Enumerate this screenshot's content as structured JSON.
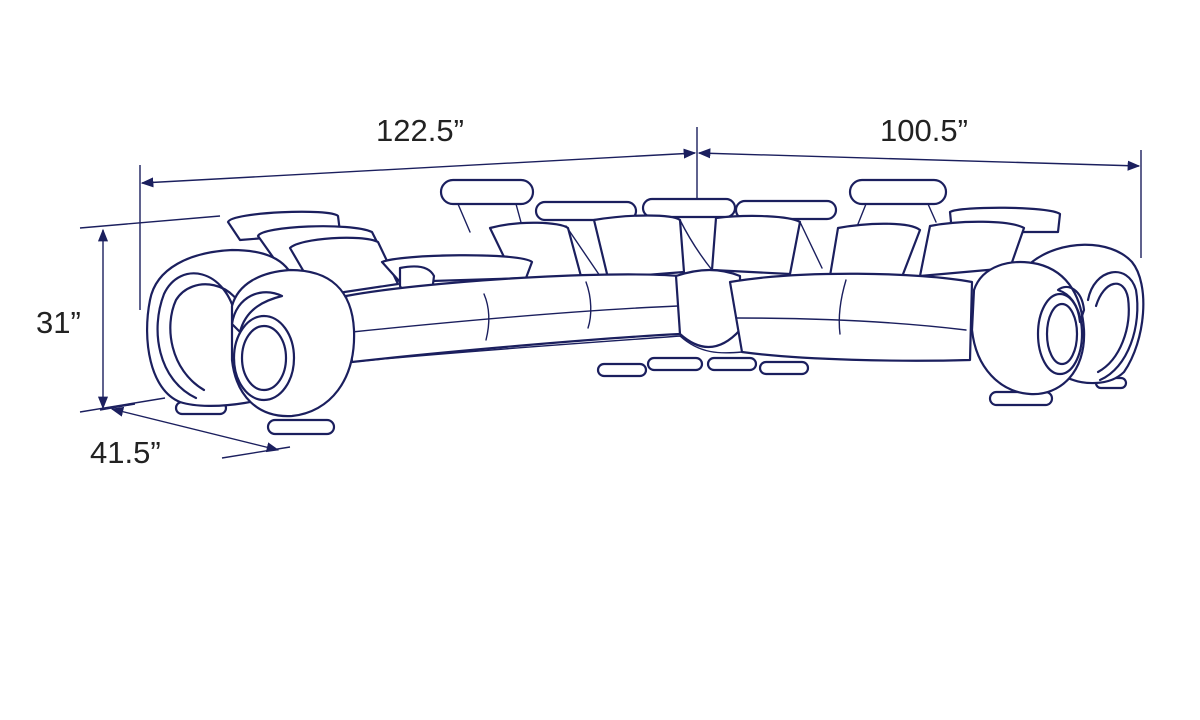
{
  "colors": {
    "outline": "#1b1f5e",
    "dimension": "#1b1f5e",
    "text": "#222222",
    "background": "#ffffff"
  },
  "dimensions": {
    "width_left": "122.5”",
    "width_right": "100.5”",
    "height": "31”",
    "depth": "41.5”"
  }
}
